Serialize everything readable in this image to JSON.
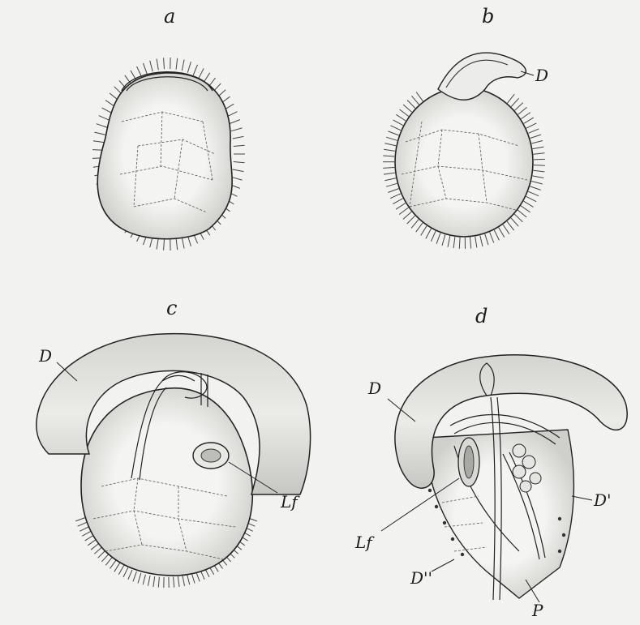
{
  "figures": [
    {
      "id": "a",
      "label": "a",
      "parts": []
    },
    {
      "id": "b",
      "label": "b",
      "parts": [
        "D"
      ]
    },
    {
      "id": "c",
      "label": "c",
      "parts": [
        "D",
        "Lf"
      ]
    },
    {
      "id": "d",
      "label": "d",
      "parts": [
        "D",
        "D'",
        "Lf",
        "D''",
        "P"
      ]
    }
  ],
  "labels": {
    "a": "a",
    "b": "b",
    "b_D": "D",
    "c": "c",
    "c_D": "D",
    "c_Lf": "Lf",
    "d": "d",
    "d_D": "D",
    "d_D1": "D'",
    "d_Lf": "Lf",
    "d_D2": "D''",
    "d_P": "P"
  },
  "colors": {
    "ink": "#1b1b1b",
    "paper": "#f2f2f0",
    "shade": "#c9c9c6"
  }
}
